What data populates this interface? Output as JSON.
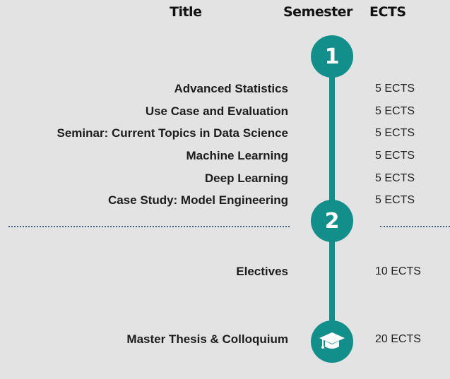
{
  "headers": {
    "title": "Title",
    "semester": "Semester",
    "ects": "ECTS"
  },
  "semesters": {
    "first": "1",
    "second": "2",
    "final_icon": "graduation-cap-icon"
  },
  "courses": [
    {
      "title": "Advanced Statistics",
      "ects": "5 ECTS"
    },
    {
      "title": "Use Case and Evaluation",
      "ects": "5 ECTS"
    },
    {
      "title": "Seminar: Current Topics in Data Science",
      "ects": "5 ECTS"
    },
    {
      "title": "Machine Learning",
      "ects": "5 ECTS"
    },
    {
      "title": "Deep Learning",
      "ects": "5 ECTS"
    },
    {
      "title": "Case Study: Model Engineering",
      "ects": "5 ECTS"
    },
    {
      "title": "Electives",
      "ects": "10 ECTS"
    },
    {
      "title": "Master Thesis & Colloquium",
      "ects": "20 ECTS"
    }
  ],
  "colors": {
    "background": "#e3e3e3",
    "accent": "#138f8b",
    "divider": "#3e5e82"
  }
}
